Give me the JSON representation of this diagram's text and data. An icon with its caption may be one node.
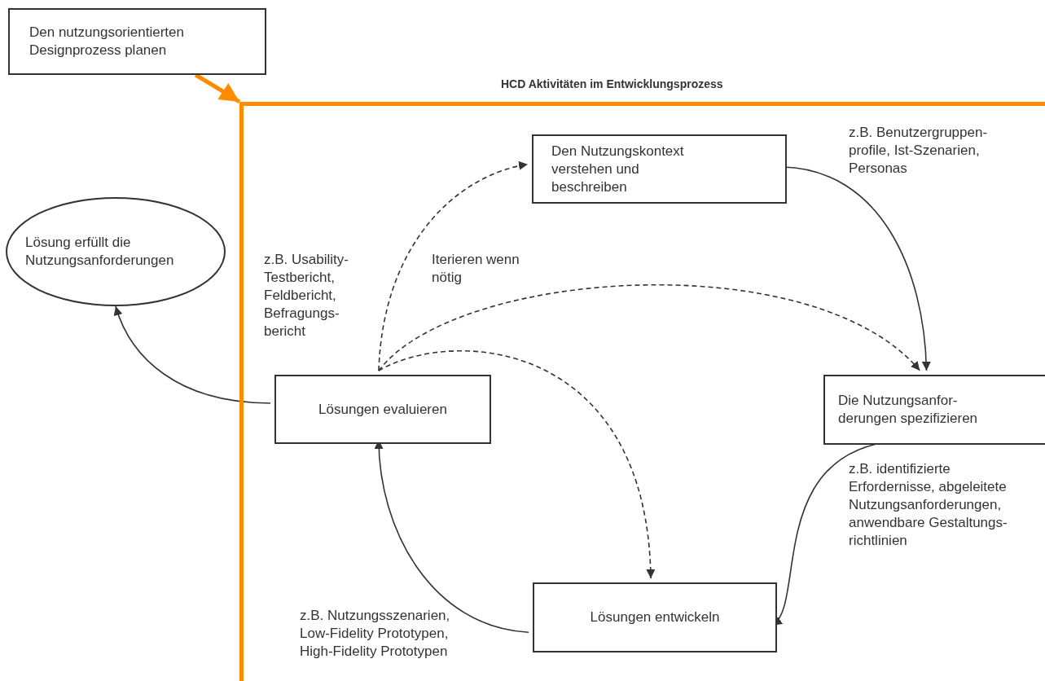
{
  "diagram": {
    "nodes": [
      {
        "text": [
          "Den nutzungsorientierten Designprozess planen"
        ]
      },
      {
        "text": [
          "HCD Aktivitäten im Entwicklungsprozess"
        ]
      },
      {
        "text": [
          "Den Nutzungskontext verstehen und beschreiben"
        ],
        "in": 1
      },
      {
        "text": [
          "Die Nutzungsanfor- derungen spezifizieren"
        ],
        "in": 1
      },
      {
        "text": [
          "Lösungen entwickeln"
        ],
        "in": 1
      },
      {
        "text": [
          "Lösungen evaluieren"
        ],
        "in": 1
      },
      {
        "text": [
          "Lösung erfüllt die Nutzungsanforderungen"
        ]
      }
    ],
    "edges": [
      {
        "from": 0,
        "to": 1,
        "arrow": "to",
        "style": "thick",
        "color": "#ff8c00"
      },
      {
        "from": 2,
        "to": 3,
        "arrow": "to"
      },
      {
        "from": 5,
        "to": 2,
        "arrow": "to",
        "style": "dashed"
      },
      {
        "from": 5,
        "to": 3,
        "arrow": "to",
        "style": "dashed"
      },
      {
        "from": 5,
        "to": 4,
        "arrow": "to",
        "style": "dashed"
      },
      {
        "from": 3,
        "to": 4,
        "arrow": "to"
      },
      {
        "from": 4,
        "to": 5,
        "arrow": "to"
      },
      {
        "from": 5,
        "to": 6,
        "arrow": "to"
      }
    ],
    "labels": [
      "z.B. Benutzergruppen- profile, Ist-Szenarien, Personas",
      "z.B. Usability- Testbericht, Feldbericht, Befragungs- bericht",
      "Iterieren wenn nötig",
      "z.B. identifizierte Erfordernisse, abgeleitete Nutzungsanforderungen, anwendbare Gestaltungs- richtlinien",
      "z.B. Nutzungsszenarien, Low-Fidelity Prototypen, High-Fidelity Prototypen"
    ]
  }
}
